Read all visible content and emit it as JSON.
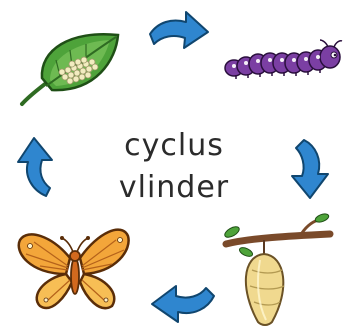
{
  "title": {
    "line1": "cyclus",
    "line2": "vlinder"
  },
  "stages": [
    {
      "name": "egg",
      "icon": "leaf-with-eggs-icon"
    },
    {
      "name": "caterpillar",
      "icon": "caterpillar-icon"
    },
    {
      "name": "pupa",
      "icon": "chrysalis-icon"
    },
    {
      "name": "butterfly",
      "icon": "butterfly-icon"
    }
  ],
  "colors": {
    "arrow": "#2f86cf",
    "arrow_outline": "#10466f",
    "leaf": "#4ea33a",
    "eggs": "#f2edc0",
    "caterpillar": "#7b3fa3",
    "chrysalis": "#f0d98f",
    "branch": "#7a4a2a",
    "butterfly": "#f3a63a"
  }
}
